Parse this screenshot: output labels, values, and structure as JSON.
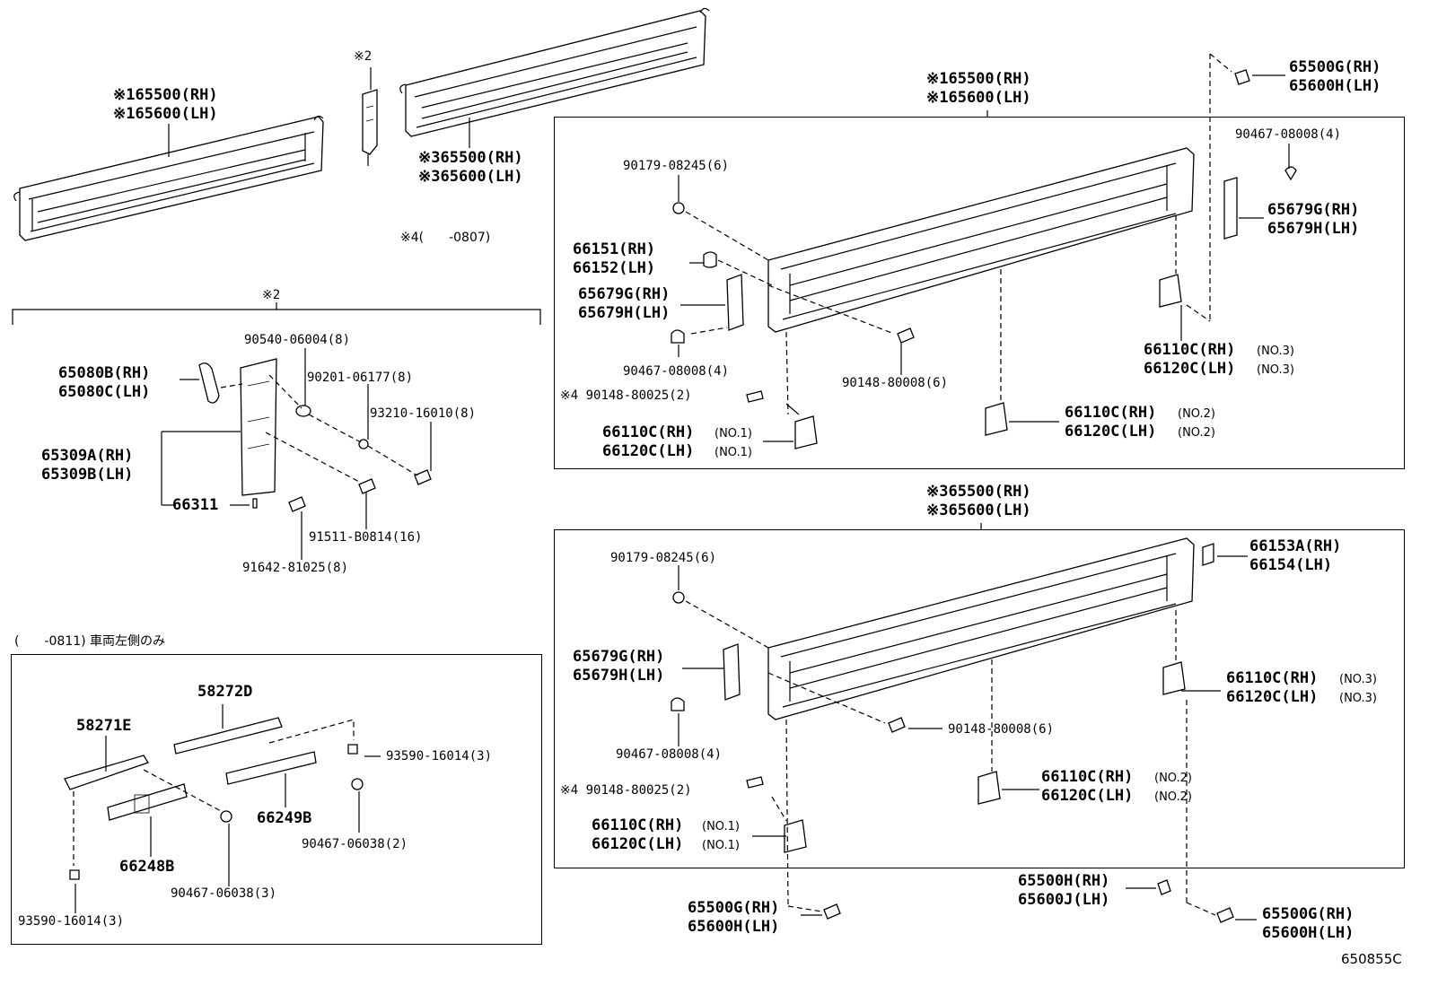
{
  "top": {
    "side_panel_label": [
      "※165500(RH)",
      "※165600(LH)"
    ],
    "post_mark": "※2",
    "rear_panel_label": [
      "※365500(RH)",
      "※365600(LH)"
    ],
    "note4": "※4(　　-0807)"
  },
  "box_post": {
    "title": "※2",
    "parts": {
      "hinge": [
        "65080B(RH)",
        "65080C(LH)"
      ],
      "post": [
        "65309A(RH)",
        "65309B(LH)"
      ],
      "pin": "66311",
      "p1": "90540-06004(8)",
      "p2": "90201-06177(8)",
      "p3": "93210-16010(8)",
      "p4": "91511-B0814(16)",
      "p5": "91642-81025(8)"
    }
  },
  "box_left": {
    "title": "(　　-0811) 車両左側のみ",
    "parts": {
      "a": "58272D",
      "b": "58271E",
      "c": "93590-16014(3)",
      "d": "66249B",
      "e": "66248B",
      "f": "90467-06038(2)",
      "g": "90467-06038(3)",
      "h": "93590-16014(3)"
    }
  },
  "box_side": {
    "header": [
      "※165500(RH)",
      "※165600(LH)"
    ],
    "parts": {
      "a": "90179-08245(6)",
      "b": [
        "66151(RH)",
        "66152(LH)"
      ],
      "c": [
        "65679G(RH)",
        "65679H(LH)"
      ],
      "d": "90467-08008(4)",
      "e": "※4 90148-80025(2)",
      "f": [
        "66110C(RH)",
        "66120C(LH)"
      ],
      "f_no": [
        "(NO.1)",
        "(NO.1)"
      ],
      "g": "90148-80008(6)",
      "h": [
        "66110C(RH)",
        "66120C(LH)"
      ],
      "h_no": [
        "(NO.2)",
        "(NO.2)"
      ],
      "i": [
        "66110C(RH)",
        "66120C(LH)"
      ],
      "i_no": [
        "(NO.3)",
        "(NO.3)"
      ]
    },
    "outside": {
      "a": [
        "65500G(RH)",
        "65600H(LH)"
      ],
      "b": "90467-08008(4)",
      "c": [
        "65679G(RH)",
        "65679H(LH)"
      ]
    }
  },
  "box_rear": {
    "header": [
      "※365500(RH)",
      "※365600(LH)"
    ],
    "parts": {
      "a": "90179-08245(6)",
      "b": [
        "66153A(RH)",
        "66154(LH)"
      ],
      "c": [
        "65679G(RH)",
        "65679H(LH)"
      ],
      "d": "90467-08008(4)",
      "e": "※4 90148-80025(2)",
      "f": [
        "66110C(RH)",
        "66120C(LH)"
      ],
      "f_no": [
        "(NO.1)",
        "(NO.1)"
      ],
      "g": "90148-80008(6)",
      "h": [
        "66110C(RH)",
        "66120C(LH)"
      ],
      "h_no": [
        "(NO.2)",
        "(NO.2)"
      ],
      "i": [
        "66110C(RH)",
        "66120C(LH)"
      ],
      "i_no": [
        "(NO.3)",
        "(NO.3)"
      ]
    },
    "outside": {
      "a": [
        "65500G(RH)",
        "65600H(LH)"
      ],
      "b": [
        "65500H(RH)",
        "65600J(LH)"
      ],
      "c": [
        "65500G(RH)",
        "65600H(LH)"
      ]
    }
  },
  "footer_code": "650855C"
}
